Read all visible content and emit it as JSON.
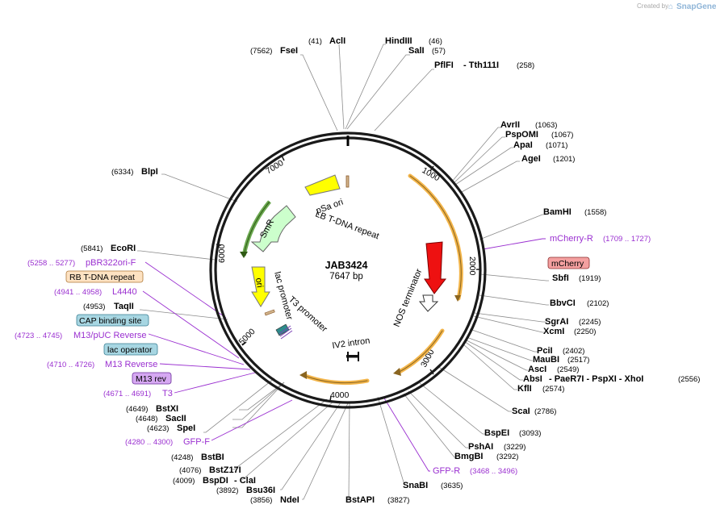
{
  "credit": {
    "created_by": "Created by",
    "brand": "SnapGene"
  },
  "plasmid": {
    "name": "JAB3424",
    "size": "7647 bp"
  },
  "ticks": [
    "1000",
    "2000",
    "3000",
    "4000",
    "5000",
    "6000",
    "7000"
  ],
  "sites": [
    {
      "name": "FseI",
      "pos": "(7562)"
    },
    {
      "name": "AclI",
      "pos": "(41)"
    },
    {
      "name": "HindIII",
      "pos": "(46)"
    },
    {
      "name": "SalI",
      "pos": "(57)"
    },
    {
      "name": "PflFI",
      "pos": "- Tth111I",
      "extra": "(258)"
    },
    {
      "name": "AvrII",
      "pos": "(1063)"
    },
    {
      "name": "PspOMI",
      "pos": "(1067)"
    },
    {
      "name": "ApaI",
      "pos": "(1071)"
    },
    {
      "name": "AgeI",
      "pos": "(1201)"
    },
    {
      "name": "BlpI",
      "pos": "(6334)"
    },
    {
      "name": "BamHI",
      "pos": "(1558)"
    },
    {
      "name": "EcoRI",
      "pos": "(5841)"
    },
    {
      "name": "SbfI",
      "pos": "(1919)"
    },
    {
      "name": "BbvCI",
      "pos": "(2102)"
    },
    {
      "name": "TaqII",
      "pos": "(4953)"
    },
    {
      "name": "SgrAI",
      "pos": "(2245)"
    },
    {
      "name": "XcmI",
      "pos": "(2250)"
    },
    {
      "name": "PciI",
      "pos": "(2402)"
    },
    {
      "name": "MauBI",
      "pos": "(2517)"
    },
    {
      "name": "AscI",
      "pos": "(2549)"
    },
    {
      "name": "AbsI",
      "pos": "- PaeR7I - PspXI - XhoI",
      "extra": "(2556)"
    },
    {
      "name": "KflI",
      "pos": "(2574)"
    },
    {
      "name": "BstXI",
      "pos": "(4649)"
    },
    {
      "name": "SacII",
      "pos": "(4648)"
    },
    {
      "name": "SpeI",
      "pos": "(4623)"
    },
    {
      "name": "ScaI",
      "pos": "(2786)"
    },
    {
      "name": "BspEI",
      "pos": "(3093)"
    },
    {
      "name": "BstBI",
      "pos": "(4248)"
    },
    {
      "name": "PshAI",
      "pos": "(3229)"
    },
    {
      "name": "BmgBI",
      "pos": "(3292)"
    },
    {
      "name": "BstZ17I",
      "pos": "(4076)"
    },
    {
      "name": "BspDI",
      "pos": "- ClaI",
      "extra": "(4009)"
    },
    {
      "name": "Bsu36I",
      "pos": "(3892)"
    },
    {
      "name": "SnaBI",
      "pos": "(3635)"
    },
    {
      "name": "NdeI",
      "pos": "(3856)"
    },
    {
      "name": "BstAPI",
      "pos": "(3827)"
    }
  ],
  "primers": [
    {
      "name": "mCherry-R",
      "range": "(1709 .. 1727)"
    },
    {
      "name": "pBR322ori-F",
      "range": "(5258 .. 5277)"
    },
    {
      "name": "L4440",
      "range": "(4941 .. 4958)"
    },
    {
      "name": "M13/pUC Reverse",
      "range": "(4723 .. 4745)"
    },
    {
      "name": "M13 Reverse",
      "range": "(4710 .. 4726)"
    },
    {
      "name": "T3",
      "range": "(4671 .. 4691)"
    },
    {
      "name": "GFP-F",
      "range": "(4280 .. 4300)"
    },
    {
      "name": "GFP-R",
      "range": "(3468 .. 3496)"
    }
  ],
  "boxed": {
    "mcherry": "mCherry",
    "rb_tdna": "RB T-DNA repeat",
    "cap": "CAP binding site",
    "lac_op": "lac operator",
    "m13rev": "M13 rev"
  },
  "features": {
    "psa_ori": "pSa ori",
    "lb_tdna": "LB T-DNA repeat",
    "smr": "SmR",
    "ori": "ori",
    "lac_promoter": "lac promoter",
    "t3_promoter": "T3 promoter",
    "nos_term": "NOS terminator",
    "iv2_intron": "IV2 intron"
  },
  "colors": {
    "ring": "#1a1a1a",
    "site_line": "#8c8c8c",
    "primer": "#9a2fd0",
    "orange_arc": "#f3b54a",
    "red_feature": "#ee1111",
    "yellow_feature": "#ffff00",
    "green_feature": "#ccffcc",
    "mcherry_box": "#f4a0a0",
    "rb_box": "#fde2c2",
    "cap_box": "#a7d6e2",
    "m13_box": "#d6a8f2"
  }
}
